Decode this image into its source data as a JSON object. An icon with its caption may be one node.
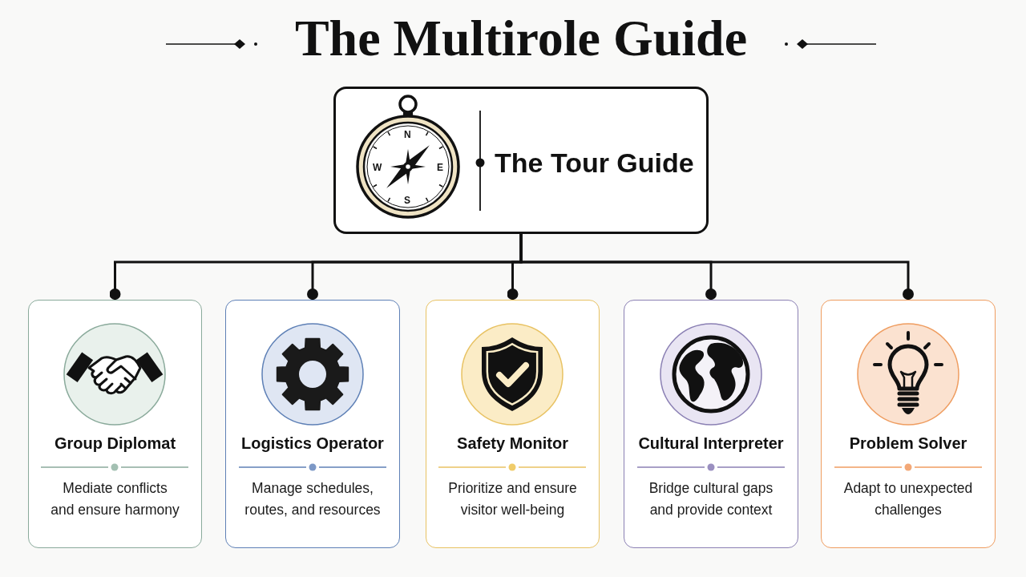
{
  "diagram": {
    "title": "The Multirole Guide",
    "nodes": [
      {
        "text": [
          "The Tour Guide"
        ]
      },
      {
        "text": [
          "Group Diplomat",
          "Mediate conflicts and ensure harmony"
        ]
      },
      {
        "text": [
          "Logistics Operator",
          "Manage schedules, routes, and resources"
        ]
      },
      {
        "text": [
          "Safety Monitor",
          "Prioritize and ensure visitor well-being"
        ]
      },
      {
        "text": [
          "Cultural Interpreter",
          "Bridge cultural gaps and provide context"
        ]
      },
      {
        "text": [
          "Problem Solver",
          "Adapt to unexpected challenges"
        ]
      }
    ],
    "edges": [
      {
        "from": 0,
        "to": 1,
        "arrow": "other"
      },
      {
        "from": 0,
        "to": 2,
        "arrow": "other"
      },
      {
        "from": 0,
        "to": 3,
        "arrow": "other"
      },
      {
        "from": 0,
        "to": 4,
        "arrow": "other"
      },
      {
        "from": 0,
        "to": 5,
        "arrow": "other"
      }
    ],
    "labels": [
      "N",
      "W",
      "E",
      "S"
    ]
  }
}
